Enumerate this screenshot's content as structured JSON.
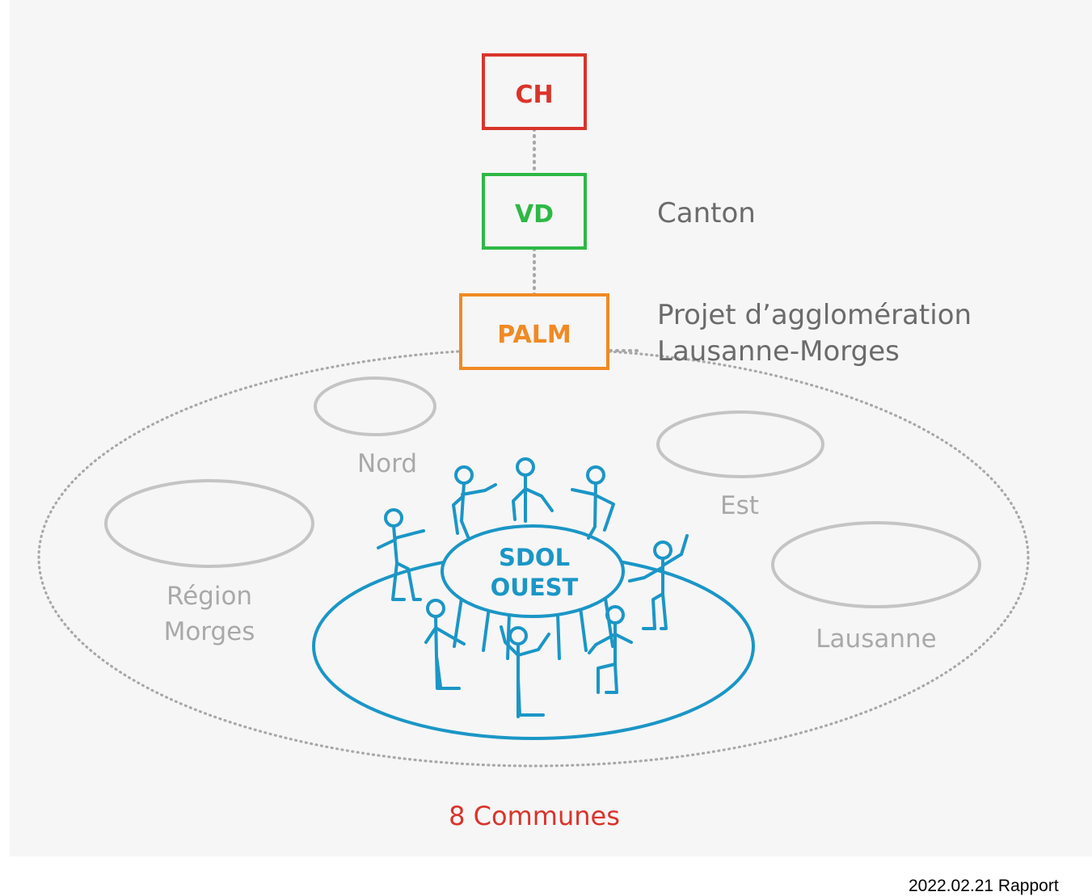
{
  "hierarchy": {
    "ch": {
      "label": "CH",
      "color": "#d9342b"
    },
    "vd": {
      "label": "VD",
      "color": "#2eb845"
    },
    "palm": {
      "label": "PALM",
      "color": "#f08a24"
    }
  },
  "side_labels": {
    "canton": "Canton",
    "palm_line1": "Projet d’agglomération",
    "palm_line2": "Lausanne-Morges"
  },
  "regions": {
    "nord": "Nord",
    "est": "Est",
    "region_morges_line1": "Région",
    "region_morges_line2": "Morges",
    "lausanne": "Lausanne"
  },
  "sdol": {
    "line1": "SDOL",
    "line2": "OUEST",
    "color": "#1b96c6"
  },
  "communes": {
    "label": "8 Communes",
    "color": "#d9342b"
  },
  "footer": {
    "text": "2022.02.21  Rapport"
  },
  "colors": {
    "background": "#f6f6f6",
    "region_outline": "#c4c4c4",
    "dotted": "#a8a8a8"
  }
}
